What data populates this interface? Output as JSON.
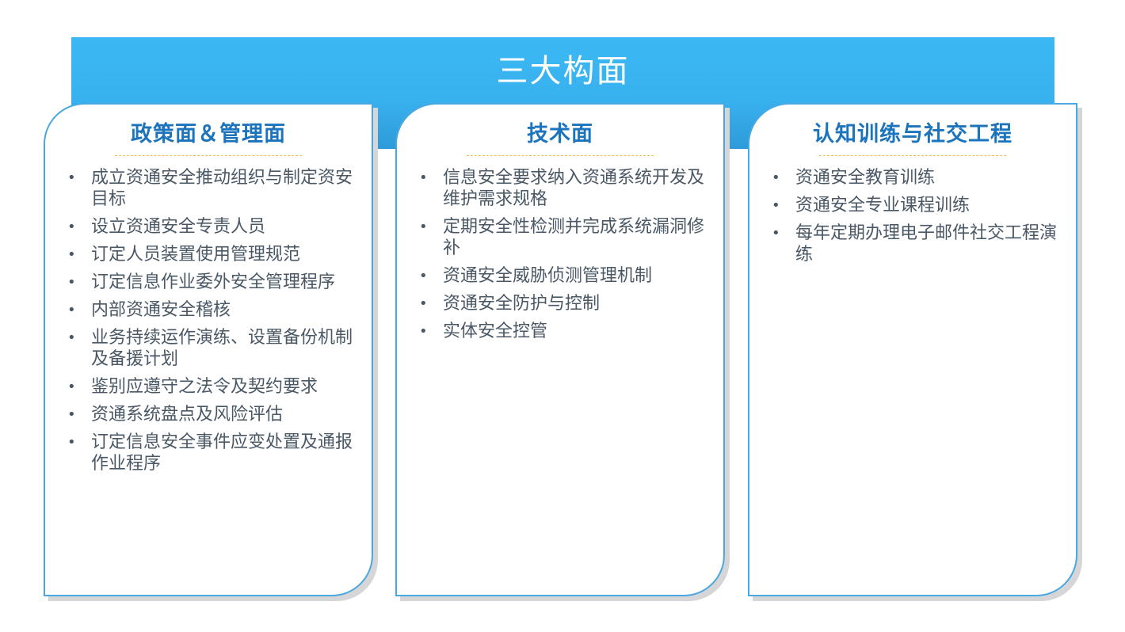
{
  "header": {
    "title": "三大构面"
  },
  "colors": {
    "band": "#38b2ef",
    "card_border": "#4aa8e0",
    "title_text": "#1c74bc",
    "divider": "#f2c04c",
    "body_text": "#4a5866"
  },
  "columns": [
    {
      "title": "政策面＆管理面",
      "items": [
        "成立资通安全推动组织与制定资安目标",
        "设立资通安全专责人员",
        "订定人员装置使用管理规范",
        "订定信息作业委外安全管理程序",
        "内部资通安全稽核",
        "业务持续运作演练、设置备份机制及备援计划",
        "鉴别应遵守之法令及契约要求",
        "资通系统盘点及风险评估",
        "订定信息安全事件应变处置及通报作业程序"
      ]
    },
    {
      "title": "技术面",
      "items": [
        "信息安全要求纳入资通系统开发及维护需求规格",
        "定期安全性检测并完成系统漏洞修补",
        "资通安全威胁侦测管理机制",
        "资通安全防护与控制",
        "实体安全控管"
      ]
    },
    {
      "title": "认知训练与社交工程",
      "items": [
        "资通安全教育训练",
        "资通安全专业课程训练",
        "每年定期办理电子邮件社交工程演练"
      ]
    }
  ],
  "bullet": "•"
}
